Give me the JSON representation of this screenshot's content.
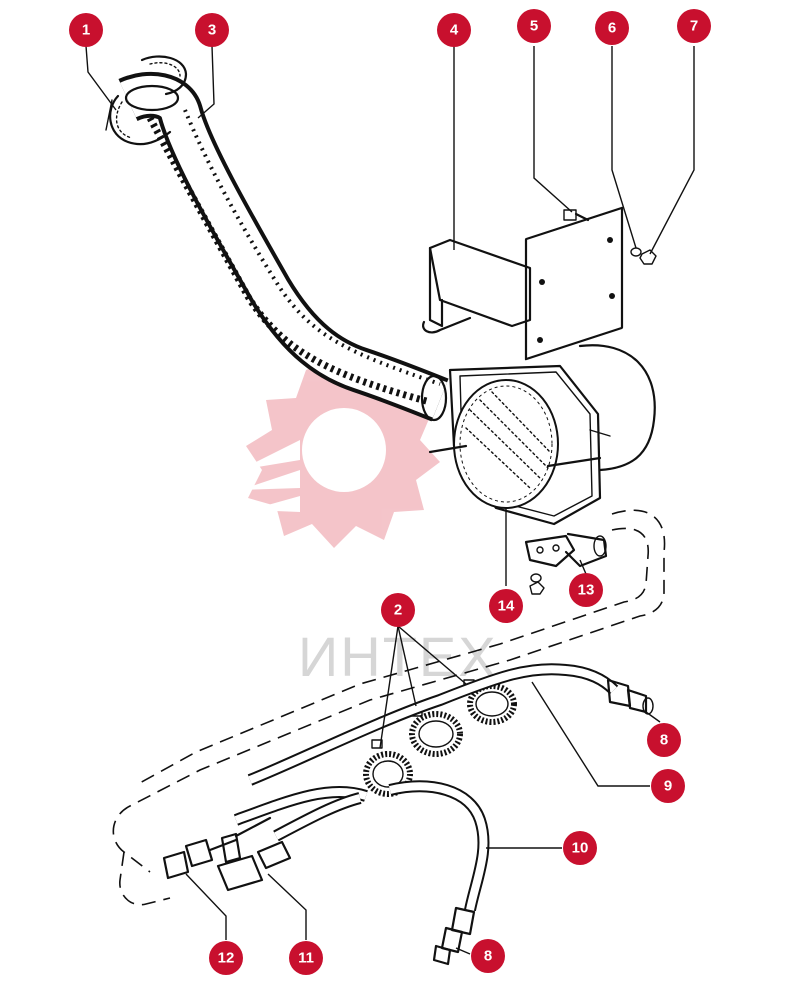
{
  "watermark": {
    "text": "ИНТЕХ",
    "color": "#e8a0a6"
  },
  "callout_color": "#c8102e",
  "callouts": [
    {
      "id": "c1",
      "label": "1"
    },
    {
      "id": "c3",
      "label": "3"
    },
    {
      "id": "c4",
      "label": "4"
    },
    {
      "id": "c5",
      "label": "5"
    },
    {
      "id": "c6",
      "label": "6"
    },
    {
      "id": "c7",
      "label": "7"
    },
    {
      "id": "c2",
      "label": "2"
    },
    {
      "id": "c14",
      "label": "14"
    },
    {
      "id": "c13",
      "label": "13"
    },
    {
      "id": "c8a",
      "label": "8"
    },
    {
      "id": "c9",
      "label": "9"
    },
    {
      "id": "c10",
      "label": "10"
    },
    {
      "id": "c12",
      "label": "12"
    },
    {
      "id": "c11",
      "label": "11"
    },
    {
      "id": "c8b",
      "label": "8"
    }
  ]
}
